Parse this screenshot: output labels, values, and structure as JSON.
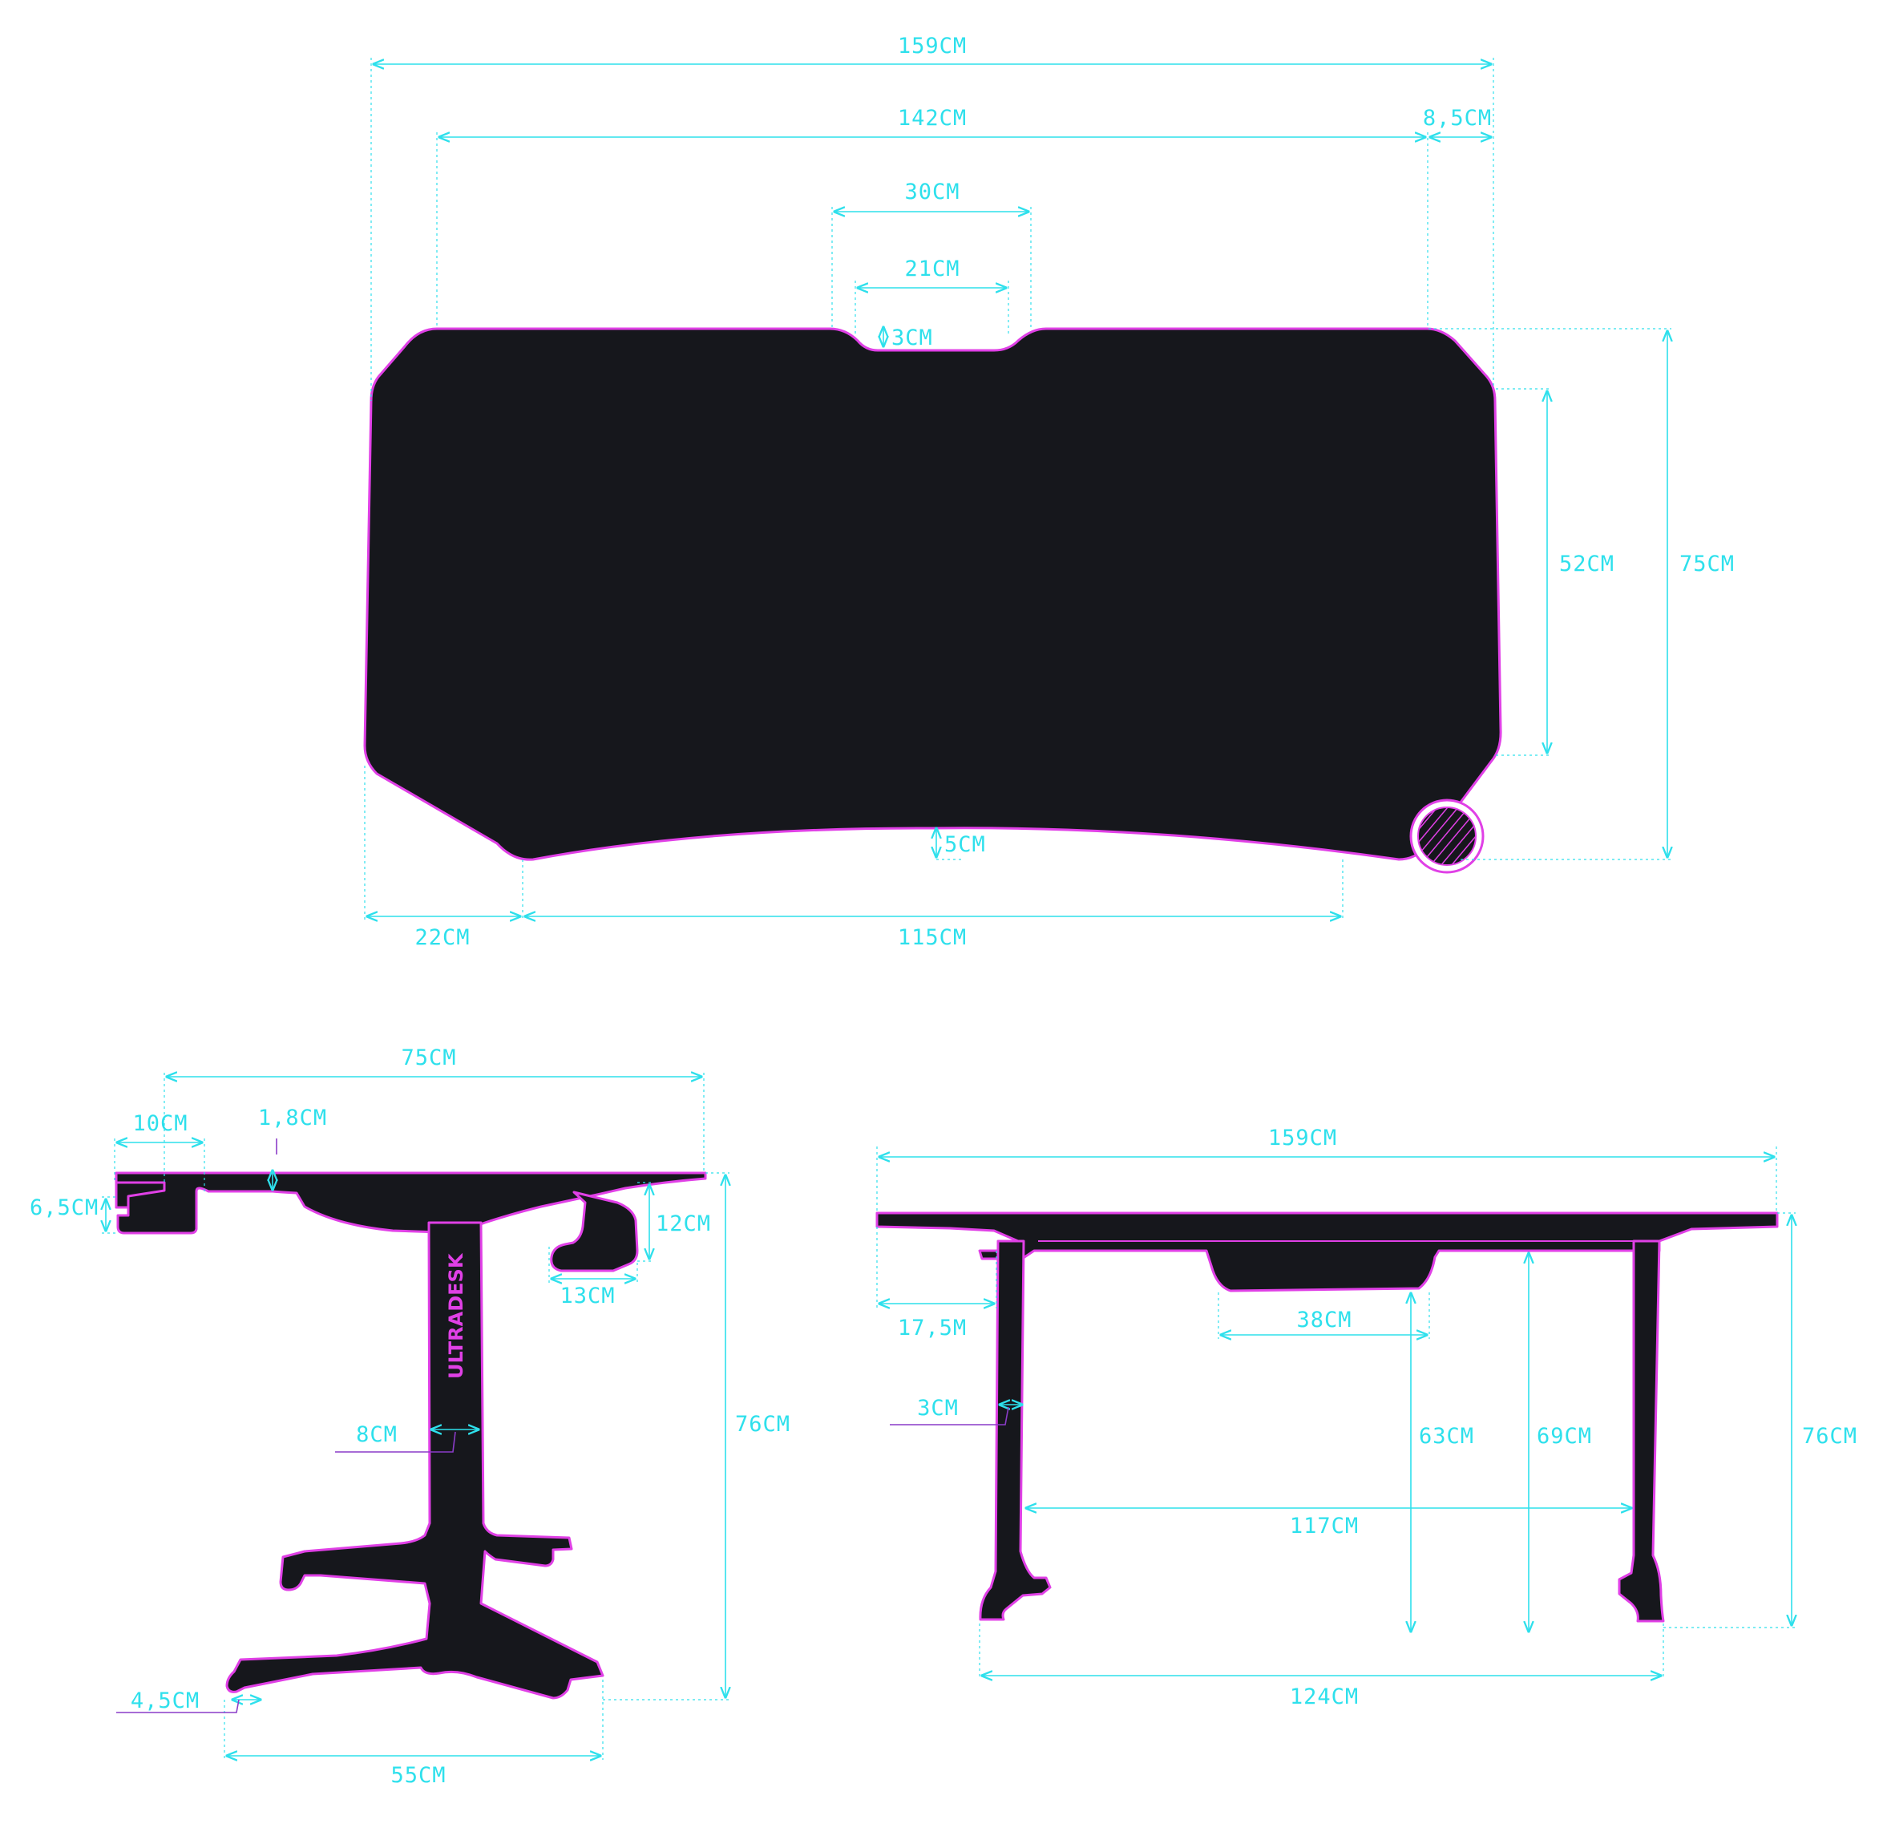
{
  "colors": {
    "dimension": "#2ee0ec",
    "outline": "#e040e6",
    "desk_fill": "#16171c",
    "leader": "#8a3cc8",
    "background": "#ffffff"
  },
  "top_view": {
    "width_total": "159CM",
    "width_inner": "142CM",
    "corner_offset": "8,5CM",
    "notch_outer": "30CM",
    "notch_inner": "21CM",
    "notch_depth": "3CM",
    "depth_total": "75CM",
    "depth_side": "52CM",
    "front_curve": "5CM",
    "front_corner": "22CM",
    "front_straight": "115CM"
  },
  "side_view": {
    "depth": "75CM",
    "hook_width": "10CM",
    "top_thickness": "1,8CM",
    "hook_height": "6,5CM",
    "cup_height": "12CM",
    "cup_width": "13CM",
    "column_width": "8CM",
    "height": "76CM",
    "foot": "4,5CM",
    "base_width": "55CM",
    "brand": "ULTRADESK"
  },
  "front_view": {
    "width": "159CM",
    "overhang": "17,5M",
    "drawer_width": "38CM",
    "leg_width": "3CM",
    "drawer_clearance": "63CM",
    "frame_clearance": "69CM",
    "height": "76CM",
    "leg_inner": "117CM",
    "feet_span": "124CM"
  }
}
